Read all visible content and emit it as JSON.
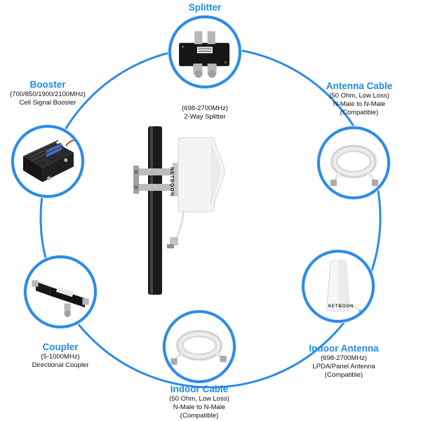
{
  "nodes": {
    "splitter": {
      "title": "Splitter",
      "caption": [
        "(698-2700MHz)",
        "2-Way Splitter"
      ]
    },
    "booster": {
      "title": "Booster",
      "caption": [
        "(700/850/1900/2100MHz)",
        "Cell Signal Booster"
      ]
    },
    "antenna_cable": {
      "title": "Antenna Cable",
      "caption": [
        "(50 Ohm, Low Loss)",
        "N-Male to N-Male",
        "(Compatible)"
      ]
    },
    "coupler": {
      "title": "Coupler",
      "caption": [
        "(5-1000MHz)",
        "Directional Coupler"
      ]
    },
    "indoor_antenna": {
      "title": "Indoor Antenna",
      "caption": [
        "(698-2700MHz)",
        "LPDA/Panel Antenna",
        "(Compatible)"
      ]
    },
    "indoor_cable": {
      "title": "Indoor Cable",
      "caption": [
        "(50 Ohm, Low Loss)",
        "N-Male to N-Male",
        "(Compatible)"
      ]
    }
  },
  "center_product": {
    "brand": "NETBOON"
  },
  "indoor_antenna_brand": "NETBOON",
  "colors": {
    "ring": "#2b8be8",
    "title": "#1f8be8"
  }
}
